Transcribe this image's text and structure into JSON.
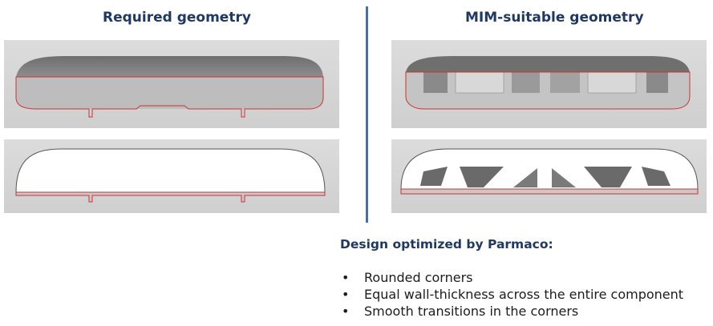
{
  "left": {
    "title": "Required geometry"
  },
  "right": {
    "title": "MIM-suitable  geometry"
  },
  "design": {
    "title": "Design optimized by Parmaco:",
    "bullet_symbol": "•",
    "bullets": [
      "Rounded corners",
      "Equal wall-thickness across the entire component",
      "Smooth transitions in the corners"
    ]
  },
  "colors": {
    "heading": "#1f3864",
    "divider": "#4a6fa5",
    "outline": "#cc3333"
  }
}
